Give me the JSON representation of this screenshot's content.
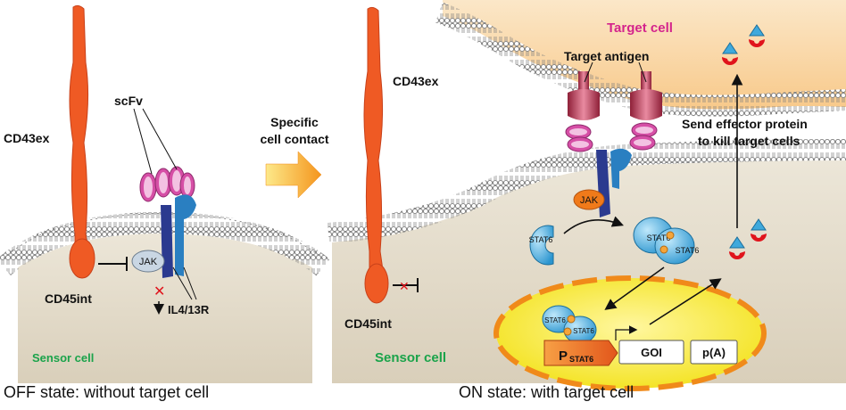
{
  "off_panel": {
    "cd43ex": "CD43ex",
    "scfv": "scFv",
    "jak": "JAK",
    "cd45int": "CD45int",
    "receptor": "IL4/13R",
    "cell": "Sensor cell",
    "state": "OFF state: without target cell"
  },
  "transition": {
    "line1": "Specific",
    "line2": "cell contact"
  },
  "on_panel": {
    "cd43ex": "CD43ex",
    "target_cell": "Target cell",
    "target_antigen": "Target antigen",
    "effector_line1": "Send effector protein",
    "effector_line2": "to kill target cells",
    "jak": "JAK",
    "stat6": "STAT6",
    "p": "P",
    "promoter": "P",
    "promoter_sub": "STAT6",
    "goi": "GOI",
    "polya": "p(A)",
    "cd45int": "CD45int",
    "cell": "Sensor cell",
    "state": "ON state: with target cell"
  },
  "colors": {
    "cd43": "#ef5a24",
    "receptor_dark": "#2b3a8f",
    "receptor_light": "#2a7fc1",
    "scfv": "#d64fa6",
    "stat6": "#3fa9dc",
    "target_cell": "#fbd7a6",
    "sensor_cell": "#e9e2d3",
    "nucleus": "#f8ec2a",
    "antigen": "#c0415f",
    "text_green": "#1aa34a",
    "text_pink": "#d4248c"
  }
}
